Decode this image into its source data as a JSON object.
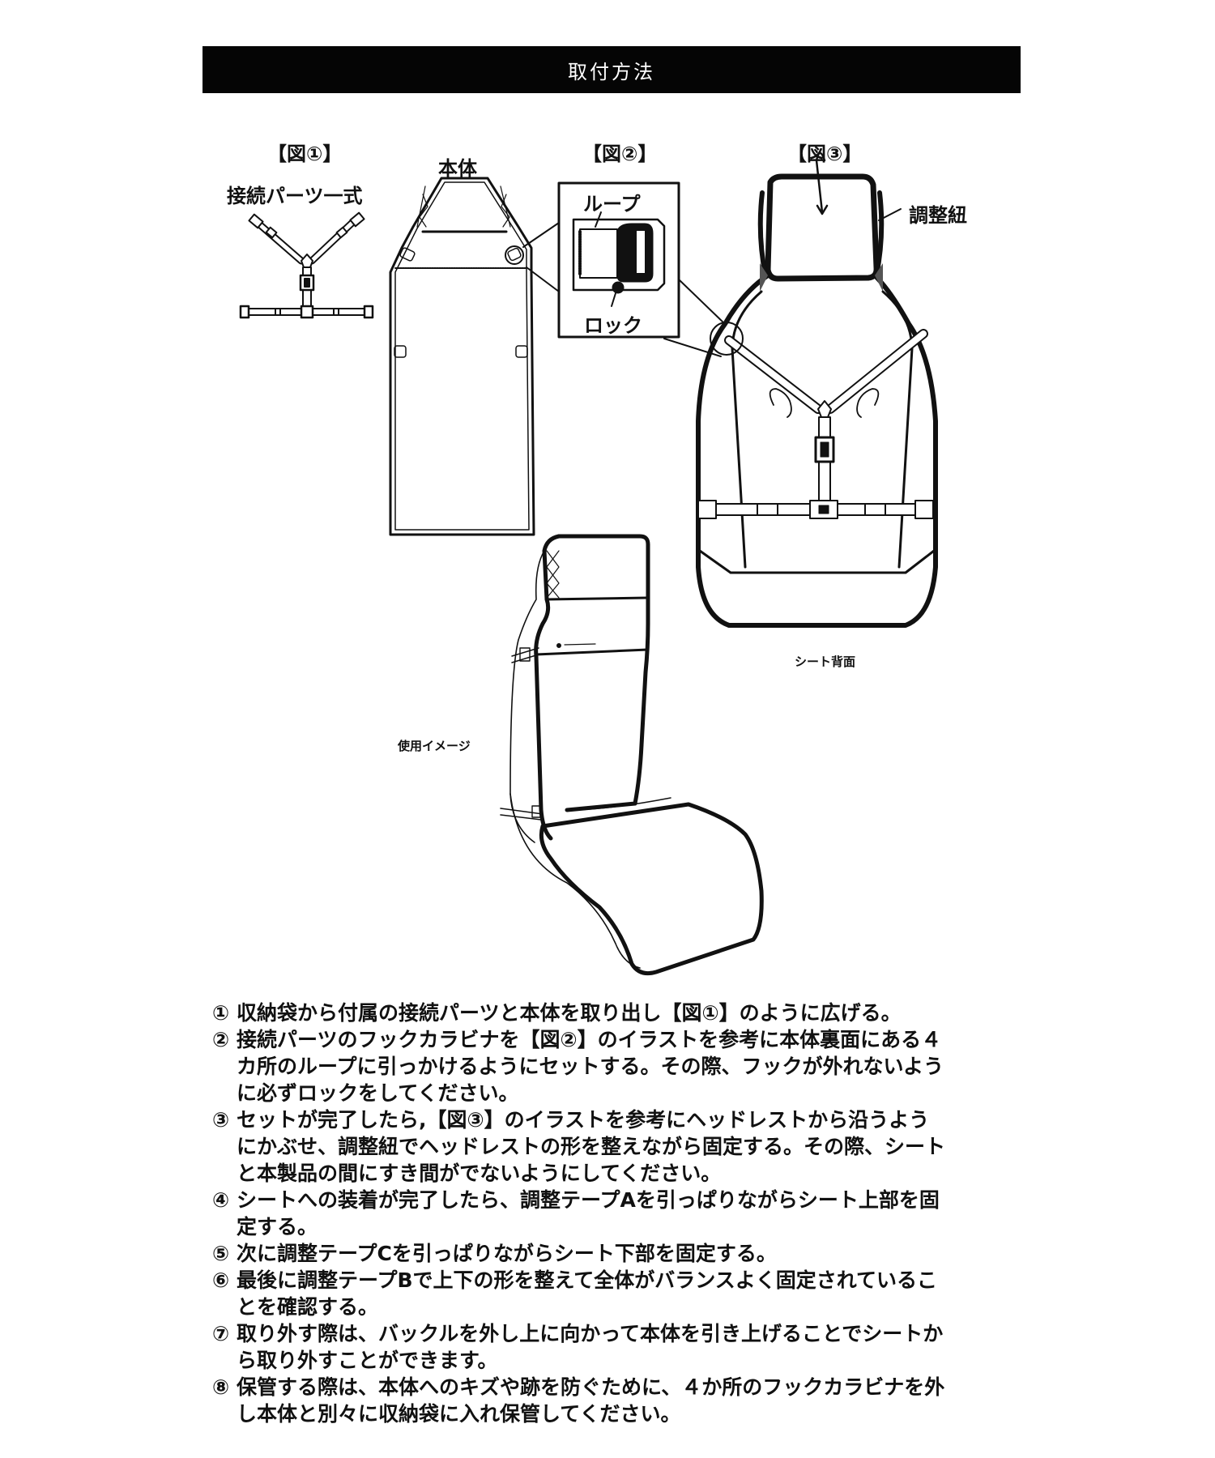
{
  "header": {
    "title": "取付方法",
    "background": "#050505",
    "text_color": "#ffffff"
  },
  "figures": {
    "fig1": {
      "label": "【図①】",
      "caption": "接続パーツ一式"
    },
    "body": {
      "caption": "本体"
    },
    "fig2": {
      "label": "【図②】",
      "callout_loop": "ループ",
      "callout_lock": "ロック"
    },
    "fig3": {
      "label": "【図③】",
      "callout_cord": "調整紐",
      "caption": "シート背面"
    },
    "usage": {
      "caption": "使用イメージ"
    }
  },
  "instructions": [
    {
      "num": "①",
      "lines": [
        "収納袋から付属の接続パーツと本体を取り出し【図①】のように広げる。"
      ]
    },
    {
      "num": "②",
      "lines": [
        "接続パーツのフックカラビナを【図②】のイラストを参考に本体裏面にある４",
        "カ所のループに引っかけるようにセットする。その際、フックが外れないよう",
        "に必ずロックをしてください。"
      ]
    },
    {
      "num": "③",
      "lines": [
        "セットが完了したら,【図③】のイラストを参考にヘッドレストから沿うよう",
        "にかぶせ、調整紐でヘッドレストの形を整えながら固定する。その際、シート",
        "と本製品の間にすき間がでないようにしてください。"
      ]
    },
    {
      "num": "④",
      "lines": [
        "シートへの装着が完了したら、調整テープAを引っぱりながらシート上部を固",
        "定する。"
      ]
    },
    {
      "num": "⑤",
      "lines": [
        "次に調整テープCを引っぱりながらシート下部を固定する。"
      ]
    },
    {
      "num": "⑥",
      "lines": [
        "最後に調整テープBで上下の形を整えて全体がバランスよく固定されているこ",
        "とを確認する。"
      ]
    },
    {
      "num": "⑦",
      "lines": [
        "取り外す際は、バックルを外し上に向かって本体を引き上げることでシートか",
        "ら取り外すことができます。"
      ]
    },
    {
      "num": "⑧",
      "lines": [
        "保管する際は、本体へのキズや跡を防ぐために、４か所のフックカラビナを外",
        "し本体と別々に収納袋に入れ保管してください。"
      ]
    }
  ]
}
